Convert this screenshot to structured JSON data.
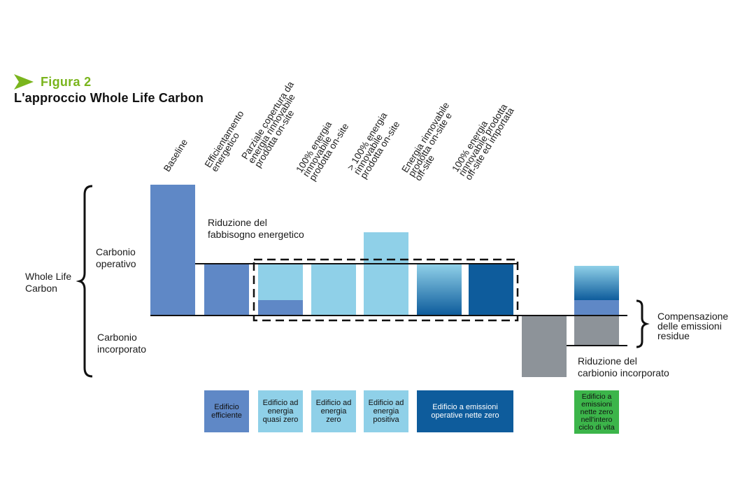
{
  "header": {
    "figure_number": "Figura 2",
    "title": "L'approccio Whole Life Carbon"
  },
  "columns": [
    {
      "id": "baseline",
      "lines": [
        "Baseline"
      ]
    },
    {
      "id": "efficientamento",
      "lines": [
        "Efficientamento",
        "energetico"
      ]
    },
    {
      "id": "parziale",
      "lines": [
        "Parziale copertura da",
        "energia rinnovabile",
        "prodotta on-site"
      ]
    },
    {
      "id": "rinnovabile100",
      "lines": [
        "100% energia",
        "rinnovabile",
        "prodotta on-site"
      ]
    },
    {
      "id": "oltre100",
      "lines": [
        "> 100% energia",
        "rinnovabile",
        "prodotta on-site"
      ]
    },
    {
      "id": "onoff",
      "lines": [
        "Energia rinnovabile",
        "prodotta on-site e",
        "off-site"
      ]
    },
    {
      "id": "importata",
      "lines": [
        "100% energia",
        "rinnovabile prodotta",
        "off-site ed importata"
      ]
    }
  ],
  "labels": {
    "whole_life": [
      "Whole Life",
      "Carbon"
    ],
    "operativo": [
      "Carbonio",
      "operativo"
    ],
    "incorporato": [
      "Carbonio",
      "incorporato"
    ],
    "riduzione_fabbisogno": [
      "Riduzione del",
      "fabbisogno energetico"
    ],
    "riduzione_incorporato": [
      "Riduzione del",
      "carbionio incorporato"
    ],
    "compensazione": [
      "Compensazione",
      "delle emissioni",
      "residue"
    ]
  },
  "legend": [
    {
      "id": "efficiente",
      "lines": [
        "Edificio",
        "efficiente"
      ],
      "color": "#5f88c6",
      "text_color": "#111111"
    },
    {
      "id": "quasi_zero",
      "lines": [
        "Edificio ad",
        "energia",
        "quasi zero"
      ],
      "color": "#8fd0e8",
      "text_color": "#111111"
    },
    {
      "id": "energia_zero",
      "lines": [
        "Edificio ad",
        "energia",
        "zero"
      ],
      "color": "#8fd0e8",
      "text_color": "#111111"
    },
    {
      "id": "positiva",
      "lines": [
        "Edificio ad",
        "energia",
        "positiva"
      ],
      "color": "#8fd0e8",
      "text_color": "#111111"
    },
    {
      "id": "nette_zero",
      "lines": [
        "Edificio a emissioni",
        "operative nette zero"
      ],
      "color": "#0e5c9c",
      "text_color": "#ffffff"
    },
    {
      "id": "ciclo_vita",
      "lines": [
        "Edificio a",
        "emissioni",
        "nette zero",
        "nell'intero",
        "ciclo di vita"
      ],
      "color": "#3cb54a",
      "text_color": "#111111"
    }
  ],
  "colors": {
    "mid_blue": "#5f88c6",
    "light_blue": "#8fd0e8",
    "dark_blue": "#0e5c9c",
    "grey": "#8d9399",
    "green": "#3cb54a",
    "accent": "#7ab51d"
  }
}
